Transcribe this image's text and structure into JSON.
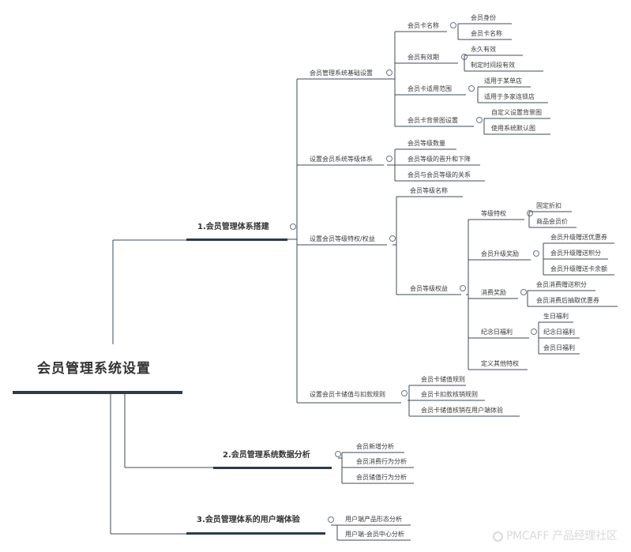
{
  "root": {
    "label": "会员管理系统设置"
  },
  "branches": [
    {
      "label": "1.会员管理体系搭建",
      "children": [
        {
          "label": "会员管理系统基础设置",
          "children": [
            {
              "label": "会员卡名称",
              "children": [
                "会员身份",
                "会员卡名称"
              ]
            },
            {
              "label": "会员有效期",
              "children": [
                "永久有效",
                "制定时间段有效"
              ]
            },
            {
              "label": "会员卡适用范围",
              "children": [
                "适用于某单店",
                "适用于多家连锁店"
              ]
            },
            {
              "label": "会员卡背景图设置",
              "children": [
                "自定义设置背景图",
                "使用系统默认图"
              ]
            }
          ]
        },
        {
          "label": "设置会员系统等级体系",
          "children": [
            "会员等级数量",
            "会员等级的晋升和下降",
            "会员与会员等级的关系"
          ]
        },
        {
          "label": "设置会员等级特权/权益",
          "children": [
            {
              "label": "会员等级名称"
            },
            {
              "label": "会员等级权益",
              "children": [
                {
                  "label": "等级特权",
                  "children": [
                    "固定折扣",
                    "商品会员价"
                  ]
                },
                {
                  "label": "会员升级奖励",
                  "children": [
                    "会员升级赠送优惠券",
                    "会员升级赠送积分",
                    "会员升级赠送卡余额"
                  ]
                },
                {
                  "label": "消费奖励",
                  "children": [
                    "会员消费赠送积分",
                    "会员消费后抽取优惠券"
                  ]
                },
                {
                  "label": "纪念日福利",
                  "children": [
                    "生日福利",
                    "纪念日福利",
                    "会员日福利"
                  ]
                },
                {
                  "label": "定义其他特权"
                }
              ]
            }
          ]
        },
        {
          "label": "设置会员卡储值与扣款规则",
          "children": [
            "会员卡储值规则",
            "会员卡扣款核销规则",
            "会员卡储值核销在用户端体验"
          ]
        }
      ]
    },
    {
      "label": "2.会员管理系统数据分析",
      "children": [
        "会员新增分析",
        "会员消费行为分析",
        "会员储值行为分析"
      ]
    },
    {
      "label": "3.会员管理体系的用户端体验",
      "children": [
        "用户端产品形态分析",
        "用户端-会员中心分析"
      ]
    }
  ],
  "watermark": {
    "text": "PMCAFF 产品经理社区"
  },
  "colors": {
    "line": "#3f4b5c",
    "bar": "#2c3a4f",
    "collapse": "#6b7684"
  }
}
